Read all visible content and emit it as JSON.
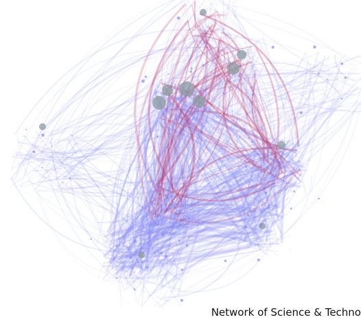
{
  "caption": "Network of Science & Techno",
  "colors": {
    "edge_primary": "#8a8cf3",
    "edge_secondary": "#c0406e",
    "node": "#8a9aa0",
    "background": "#ffffff"
  },
  "clusters": [
    {
      "id": "c-top",
      "label": ""
    },
    {
      "id": "c-upper-mid",
      "label": ""
    },
    {
      "id": "c-left",
      "label": ""
    },
    {
      "id": "c-center",
      "label": ""
    },
    {
      "id": "c-right-mid",
      "label": ""
    },
    {
      "id": "c-bottom",
      "label": ""
    },
    {
      "id": "c-right-edge",
      "label": ""
    }
  ]
}
